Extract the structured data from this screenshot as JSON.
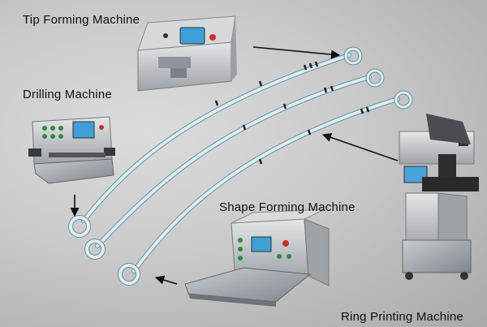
{
  "labels": {
    "tip_forming": "Tip  Forming Machine",
    "drilling": "Drilling Machine",
    "shape_forming": "Shape Forming  Machine",
    "ring_printing": "Ring Printing  Machine"
  },
  "colors": {
    "background": "#c9c9c9",
    "catheter": "#cfe6ef",
    "catheter_outline": "#6a8f9c",
    "machine_steel": "#b8bcc0",
    "screen": "#3f9fd6",
    "arrow": "#111111"
  }
}
